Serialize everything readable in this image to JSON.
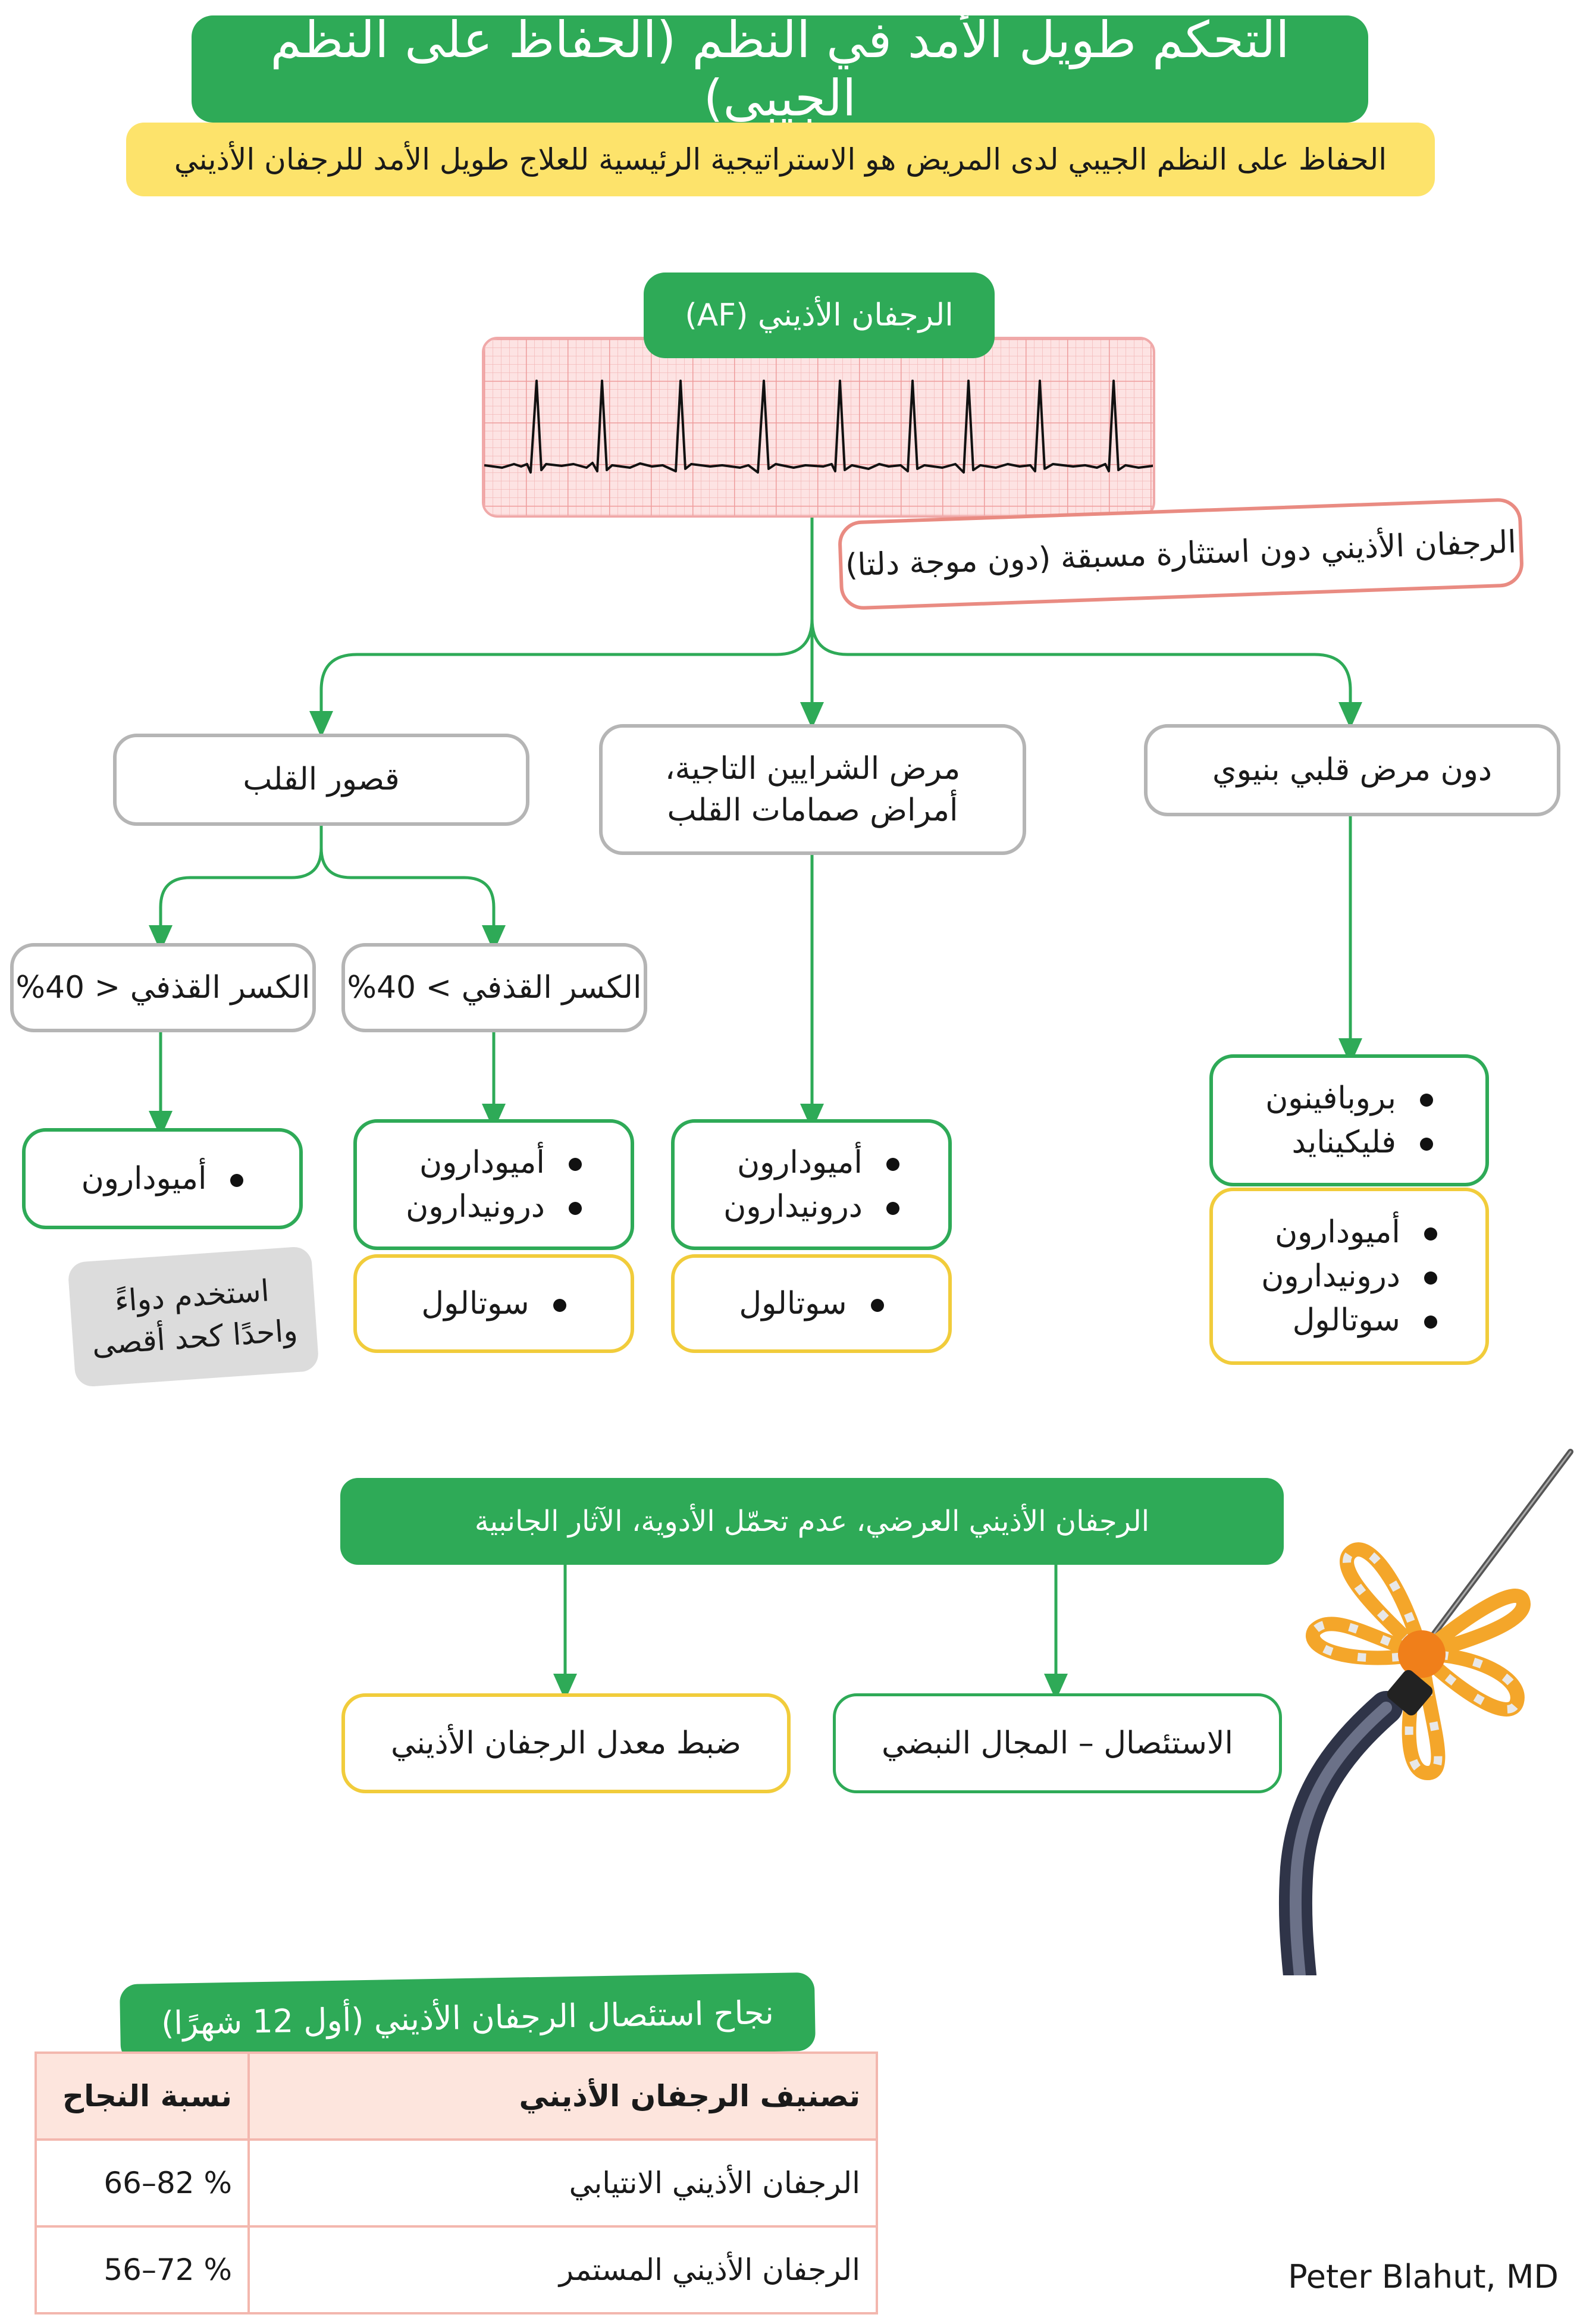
{
  "title": "التحكم طويل الأمد في النظم (الحفاظ على النظم الجيبي)",
  "subtitle": "الحفاظ على النظم الجيبي لدى المريض هو الاستراتيجية الرئيسية للعلاج طويل الأمد للرجفان الأذيني",
  "af_label": "الرجفان الأذيني (AF)",
  "af_note": "الرجفان الأذيني دون استثارة مسبقة (دون موجة دلتا)",
  "categories": {
    "no_structural": "دون مرض قلبي بنيوي",
    "cad_valvular": "مرض الشرايين التاجية، أمراض صمامات القلب",
    "heart_failure": "قصور القلب"
  },
  "ef": {
    "above": "الكسر القذفي > 40%",
    "below": "الكسر القذفي < 40%"
  },
  "drugs": {
    "no_structural_first": [
      "بروبافينون",
      "فليكينايد"
    ],
    "no_structural_second": [
      "أميودارون",
      "درونيدارون",
      "سوتالول"
    ],
    "cad_first": [
      "أميودارون",
      "درونيدارون"
    ],
    "cad_second": [
      "سوتالول"
    ],
    "ef_above_first": [
      "أميودارون",
      "درونيدارون"
    ],
    "ef_above_second": [
      "سوتالول"
    ],
    "ef_below": [
      "أميودارون"
    ]
  },
  "gray_note": "استخدم دواءً واحدًا كحد أقصى",
  "symptomatic_banner": "الرجفان الأذيني العرضي، عدم تحمّل الأدوية، الآثار الجانبية",
  "ablation": "الاستئصال – المجال النبضي",
  "rate_control": "ضبط معدل الرجفان الأذيني",
  "table": {
    "title": "نجاح استئصال الرجفان الأذيني (أول 12 شهرًا)",
    "headers": [
      "تصنيف الرجفان الأذيني",
      "نسبة النجاح"
    ],
    "rows": [
      [
        "الرجفان الأذيني الانتيابي",
        "% 82–66"
      ],
      [
        "الرجفان الأذيني المستمر",
        "% 72–56"
      ]
    ]
  },
  "author": "Peter Blahut, MD",
  "icons": [
    "ecg-strip-icon",
    "pulsed-field-catheter-icon"
  ],
  "colors": {
    "green": "#2eaa57",
    "yellow": "#f1cc3b",
    "gray": "#b5b5b5",
    "pink": "#e98b82"
  }
}
